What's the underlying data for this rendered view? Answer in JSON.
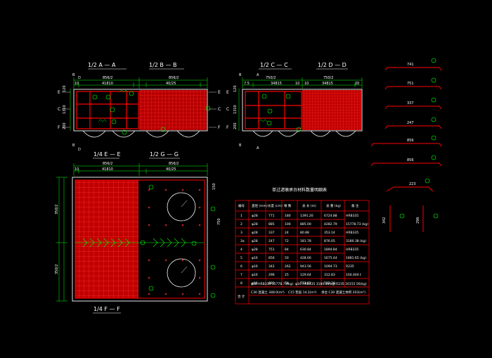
{
  "views": {
    "top_left_a": "1/2 A — A",
    "top_left_b": "1/2 B — B",
    "top_right_c": "1/2 C — C",
    "top_right_d": "1/2 D — D",
    "mid_e": "1/4 E — E",
    "mid_g": "1/2 G — G",
    "bottom_f": "1/4 F — F"
  },
  "section_markers": {
    "B": "B",
    "D": "D",
    "A": "A",
    "E": "E",
    "C": "C",
    "F": "F"
  },
  "dimensions": {
    "top_total_left": "856/2",
    "top_total_right": "856/2",
    "top_left_a": "10",
    "top_left_b": "41810",
    "top_left_c": "40/25",
    "top_right_a": "10",
    "top_right_b": "10",
    "top_right_c": "750/2",
    "top_right_d": "750/2",
    "top_right_e": "34815",
    "top_right_f": "34815",
    "top_right_g": "20",
    "top_right_h": "7.5",
    "height_1": "120",
    "height_2": "1310",
    "height_3": "200",
    "mid_total_left": "856/2",
    "mid_total_right": "856/2",
    "mid_a": "10",
    "mid_b": "41810",
    "mid_c": "40/25",
    "side_1": "350/2",
    "side_2": "350/2",
    "side_3": "750",
    "side_4": "150"
  },
  "table": {
    "title": "单过滤墩承台材料数量明细表",
    "headers": [
      "编号",
      "直径\n(mm)",
      "长度\n(cm)",
      "根 数",
      "总 长\n(m)",
      "总 重\n(kg)",
      "备 注"
    ],
    "rows": [
      [
        "1",
        "φ28",
        "771",
        "180",
        "1391.20",
        "6724.88",
        "HRB335"
      ],
      [
        "2",
        "φ28",
        "885",
        "100",
        "885.00",
        "4282.79",
        "15778.73 (kg)"
      ],
      [
        "3",
        "φ28",
        "337",
        "24",
        "80.88",
        "353.14",
        "HRB335"
      ],
      [
        "3a",
        "φ28",
        "247",
        "72",
        "181.78",
        "876.05",
        "3180.38 (kg)"
      ],
      [
        "4",
        "φ28",
        "751",
        "84",
        "630.84",
        "1894.84",
        "HRB335"
      ],
      [
        "5",
        "φ16",
        "856",
        "50",
        "428.00",
        "1675.44",
        "1881.65 (kg)"
      ],
      [
        "6",
        "φ16",
        "342",
        "262",
        "943.56",
        "1094.73",
        "R235"
      ],
      [
        "7",
        "φ16",
        "296",
        "25",
        "129.64",
        "312.83",
        "104.404 t"
      ],
      [
        "8",
        "φ16",
        "880",
        "74",
        "773.02",
        "523.28",
        ""
      ]
    ],
    "footer_1a": "φ28 HRB335 15778.73(kg)",
    "footer_1b": "φ16 HRB335 3180.38(kg)",
    "footer_1c": "R235 20155.56(kg)",
    "footer_2a": "C30 混凝土 348.0(m³)",
    "footer_2b": "C15 垫层 14.2(m³)",
    "footer_2c": "承台 C30 混凝土体积 203(m³)",
    "note_label": "合 计"
  },
  "bar_shapes": [
    {
      "num": "1",
      "dim": "741"
    },
    {
      "num": "2",
      "dim": "751"
    },
    {
      "num": "3",
      "dim": "337"
    },
    {
      "num": "3a",
      "dim": "247"
    },
    {
      "num": "4",
      "dim": "856"
    },
    {
      "num": "5",
      "dim": "856"
    },
    {
      "num": "6",
      "dim": "342"
    },
    {
      "num": "7",
      "dim": "296"
    },
    {
      "num": "8",
      "dim": "223"
    }
  ],
  "colors": {
    "background": "#000000",
    "outline": "#ffffff",
    "rebar": "#ff0000",
    "dimension": "#00ff00",
    "tag": "#00ff00",
    "label": "#ffffff"
  }
}
